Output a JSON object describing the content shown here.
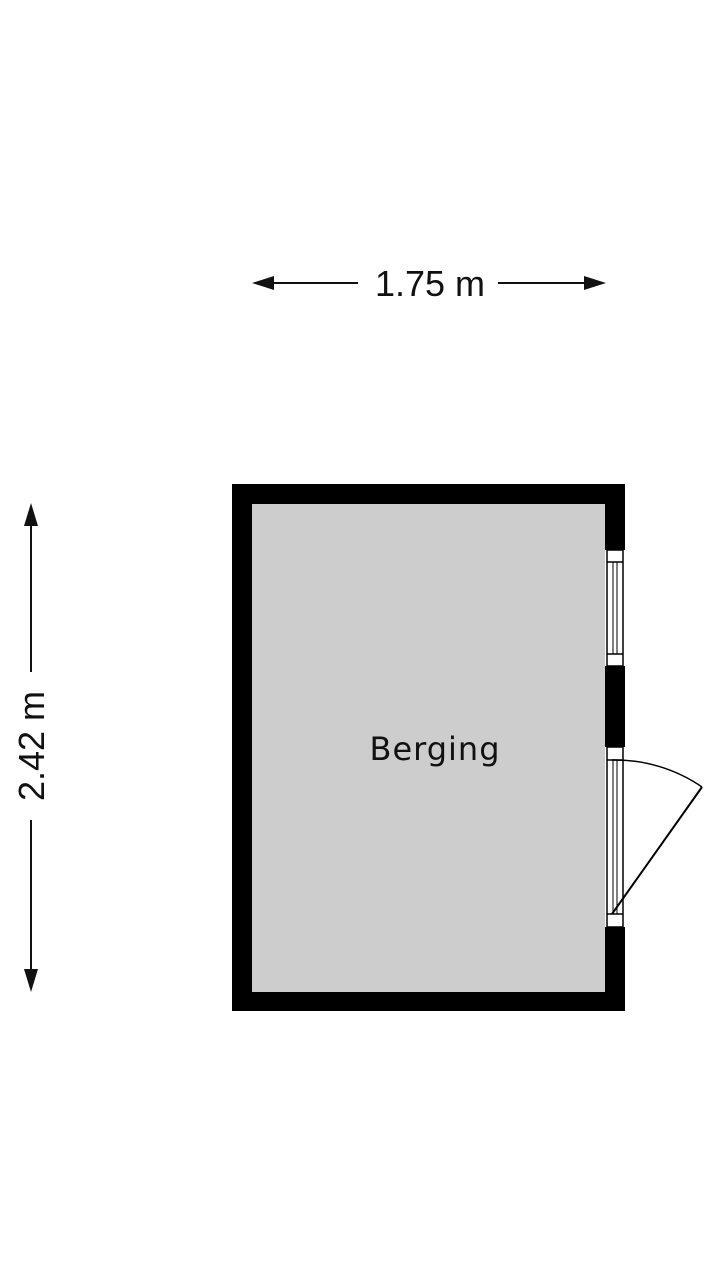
{
  "plan": {
    "width_dimension": "1.75 m",
    "height_dimension": "2.42 m",
    "room_label": "Berging"
  },
  "colors": {
    "wall": "#000000",
    "floor": "#cdcdcd",
    "background": "#ffffff",
    "line": "#111111"
  }
}
